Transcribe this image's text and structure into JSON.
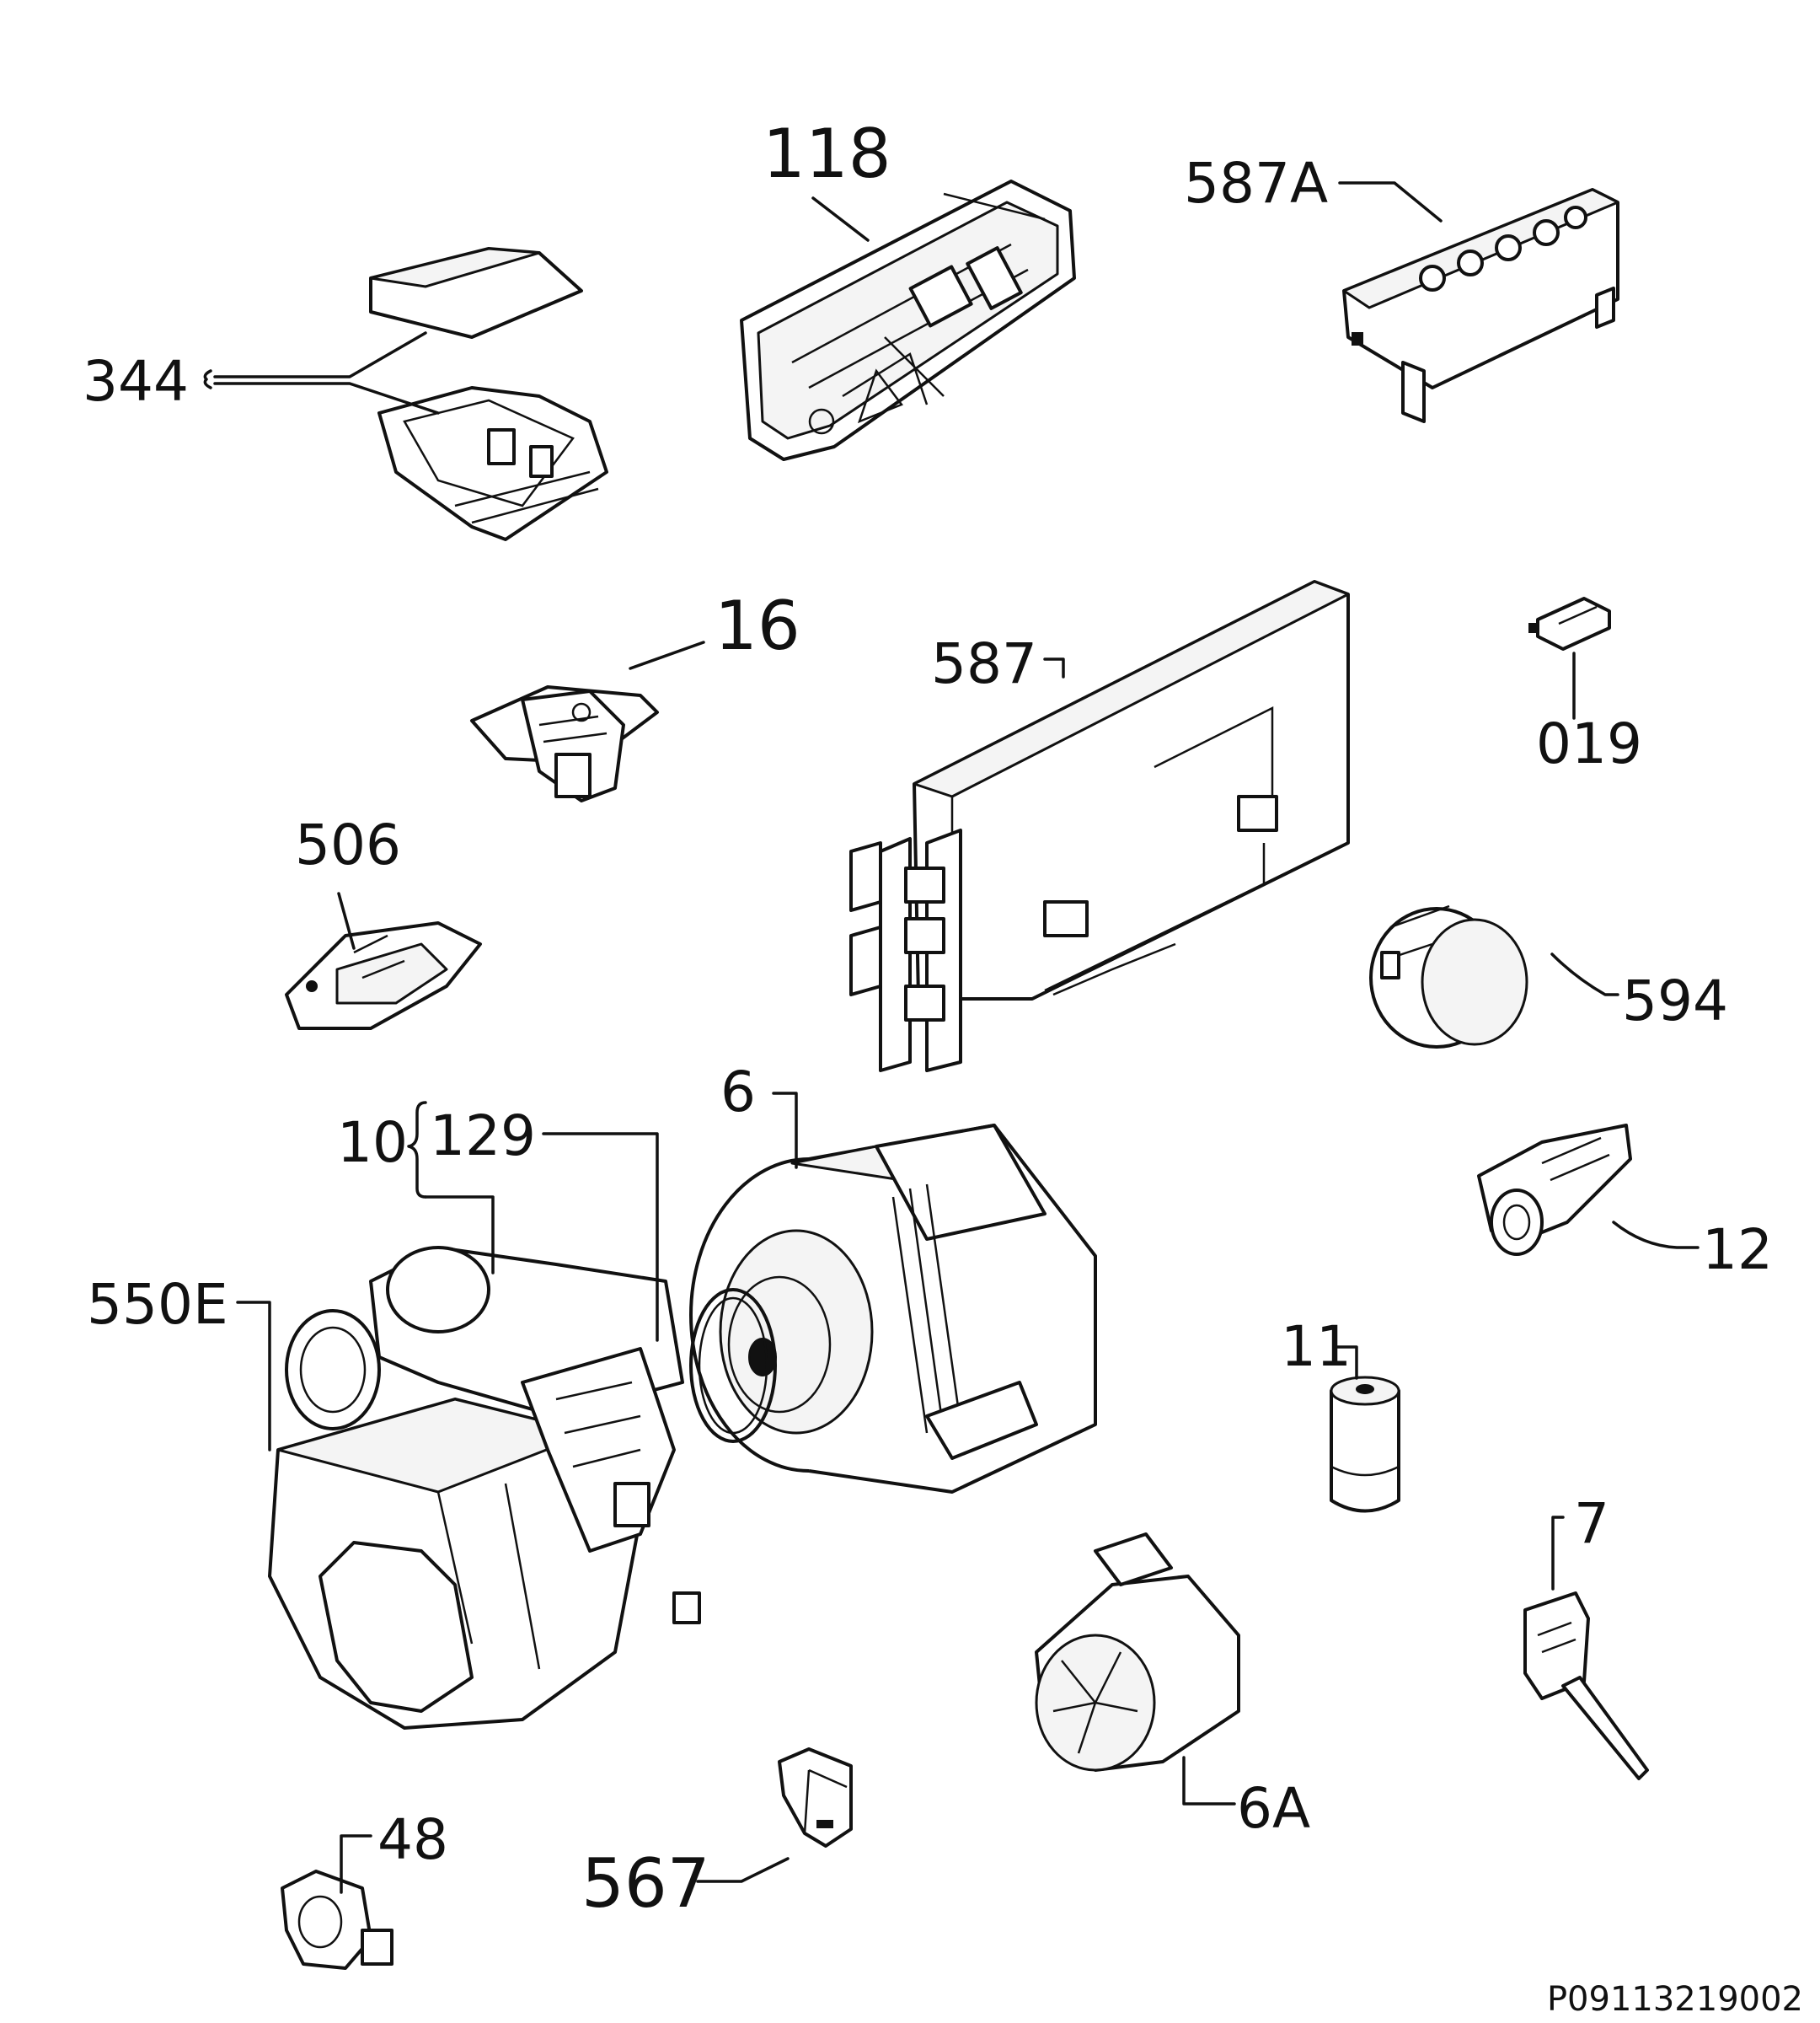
{
  "labels": {
    "l118": "118",
    "l587A": "587A",
    "l344": "344",
    "l16": "16",
    "l587": "587",
    "l019": "019",
    "l506": "506",
    "l594": "594",
    "l10": "10",
    "l129": "129",
    "l6": "6",
    "l12": "12",
    "l550E": "550E",
    "l11": "11",
    "l7": "7",
    "l6A": "6A",
    "l48": "48",
    "l567": "567"
  },
  "diagram_code": "P09113219002"
}
